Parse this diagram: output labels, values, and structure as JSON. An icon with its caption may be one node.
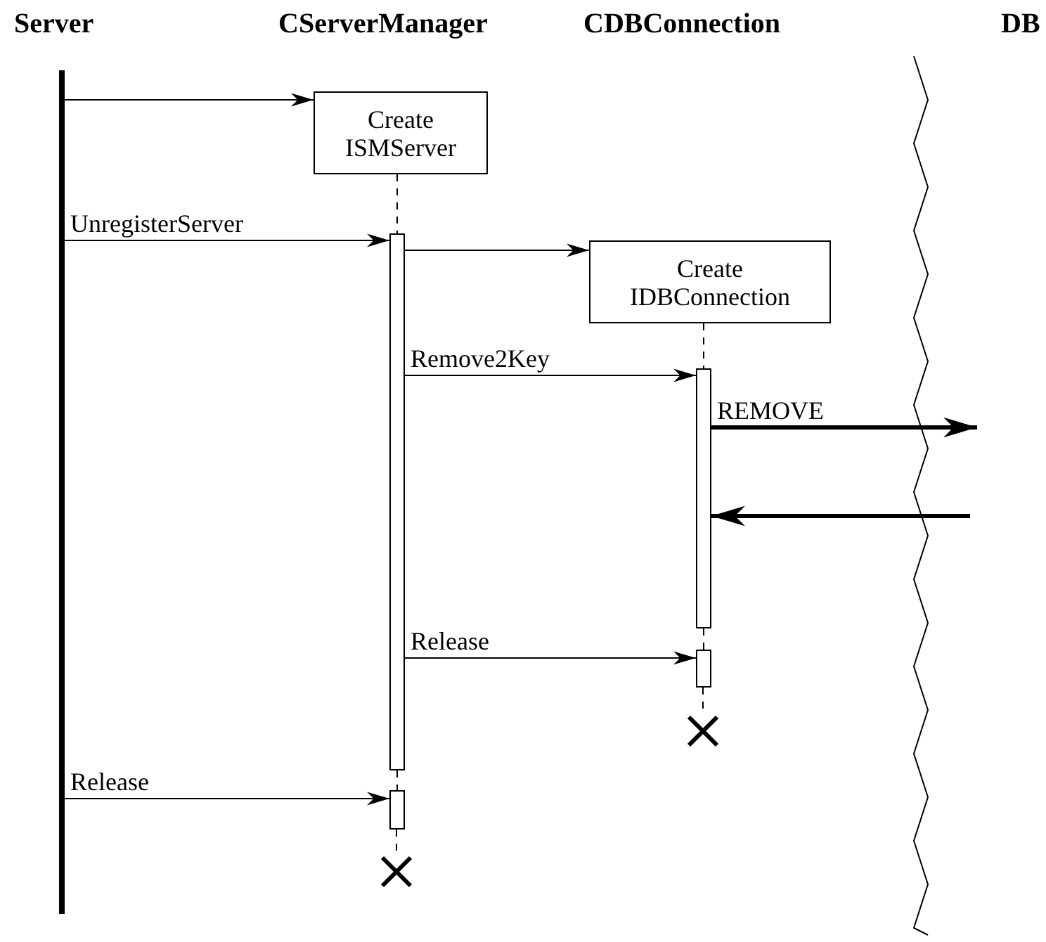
{
  "diagram": {
    "nodes": [
      {
        "text": [],
        "shape": "bar"
      },
      {
        "text": [
          "Create ISMServer"
        ]
      },
      {
        "text": [],
        "shape": "bar"
      },
      {
        "text": [
          "Create IDBConnection"
        ]
      },
      {
        "text": [],
        "shape": "bar"
      },
      {
        "text": [],
        "shape": "bar"
      },
      {
        "text": [],
        "shape": "bar"
      }
    ],
    "edges": [
      {
        "from": 0,
        "to": 1,
        "arrow": "to"
      },
      {
        "from": 0,
        "to": 2,
        "arrow": "to",
        "label": "UnregisterServer"
      },
      {
        "from": 2,
        "to": 3,
        "arrow": "to"
      },
      {
        "from": 2,
        "to": 4,
        "arrow": "to",
        "label": "Remove2Key"
      },
      {
        "from": 4,
        "to": null,
        "arrow": "to",
        "label": "REMOVE",
        "style": "thick"
      },
      {
        "from": null,
        "to": 4,
        "arrow": "to",
        "style": "thick"
      },
      {
        "from": 2,
        "to": 5,
        "arrow": "to",
        "label": "Release"
      },
      {
        "from": 0,
        "to": 6,
        "arrow": "to",
        "label": "Release"
      },
      {
        "from": 1,
        "to": 2,
        "arrow": "none",
        "style": "dashed"
      },
      {
        "from": 3,
        "to": 4,
        "arrow": "none",
        "style": "dashed"
      },
      {
        "from": 4,
        "to": 5,
        "arrow": "none",
        "style": "dashed"
      },
      {
        "from": 2,
        "to": 6,
        "arrow": "none",
        "style": "dashed"
      }
    ],
    "labels": [
      "Server",
      "CServerManager",
      "CDBConnection",
      "DB"
    ]
  }
}
